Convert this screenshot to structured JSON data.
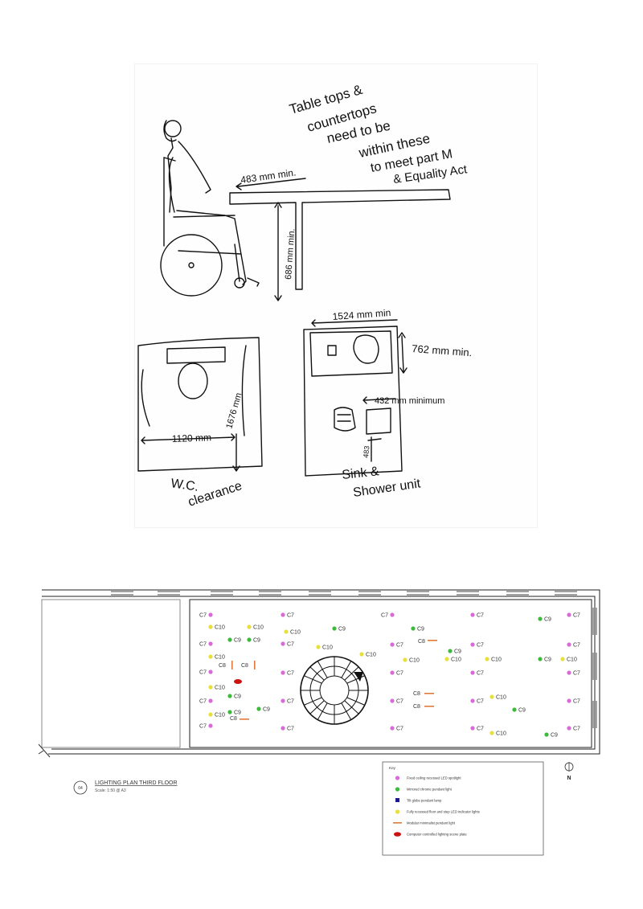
{
  "sketch": {
    "note_lines": [
      "Table tops &",
      "countertops",
      "need to be",
      "within these",
      "to meet part M",
      "& Equality Act"
    ],
    "dim_table_width": "483 mm min.",
    "dim_table_height": "686 mm min.",
    "dim_sink_width": "1524 mm min",
    "dim_bath_depth": "762 mm min.",
    "dim_basin": "432 mm minimum",
    "dim_wc_width": "1120 mm",
    "dim_wc_depth": "1676 mm",
    "dim_small": "483",
    "caption_wc_lines": [
      "W.C.",
      "clearance"
    ],
    "caption_shower_lines": [
      "Sink &",
      "Shower unit"
    ]
  },
  "plan": {
    "number": "04",
    "title": "LIGHTING PLAN THIRD FLOOR",
    "scale": "Scale: 1:50 @ A3",
    "north": "N",
    "colors": {
      "spotlight": "#d86bd8",
      "pendant": "#3cba3c",
      "globe": "#1a1a8c",
      "step": "#e8e03a",
      "linear": "#e07a3a",
      "panel": "#cc1111"
    },
    "labels": {
      "c7": "C7",
      "c8": "C8",
      "c9": "C9",
      "c10": "C10"
    },
    "key": {
      "title": "Key",
      "items": [
        {
          "icon": "spotlight",
          "text": "Fixed ceiling recessed LED spotlight"
        },
        {
          "icon": "pendant",
          "text": "Mirrored chrome pendant light"
        },
        {
          "icon": "globe",
          "text": "Tilt globe pendant lamp"
        },
        {
          "icon": "step",
          "text": "Fully recessed floor and step LED indicator lights"
        },
        {
          "icon": "linear",
          "text": "Modular minimalist pendant light"
        },
        {
          "icon": "panel",
          "text": "Computer controlled lighting scene plate"
        }
      ]
    }
  }
}
